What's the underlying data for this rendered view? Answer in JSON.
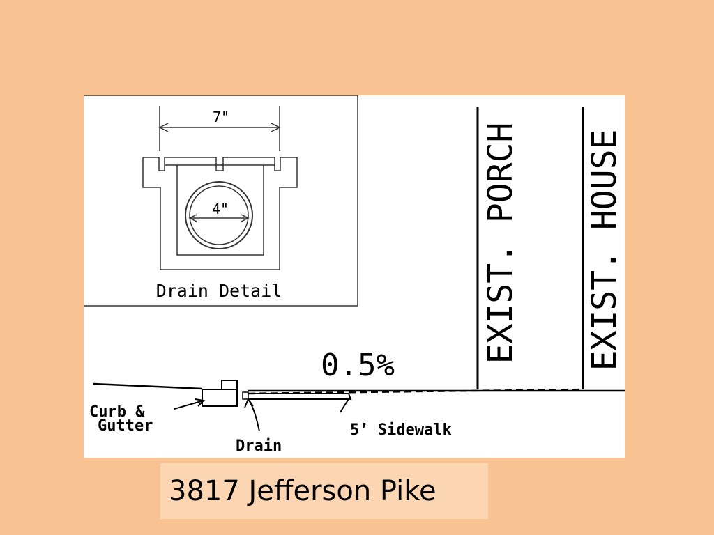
{
  "diagram": {
    "detail": {
      "title": "Drain Detail",
      "width_dim": "7\"",
      "pipe_dim": "4\""
    },
    "labels": {
      "slope": "0.5%",
      "porch": "EXIST. PORCH",
      "house": "EXIST. HOUSE",
      "curb_line1": "Curb &",
      "curb_line2": "Gutter",
      "drain": "Drain",
      "sidewalk": "5’ Sidewalk"
    }
  },
  "caption": "3817 Jefferson Pike"
}
